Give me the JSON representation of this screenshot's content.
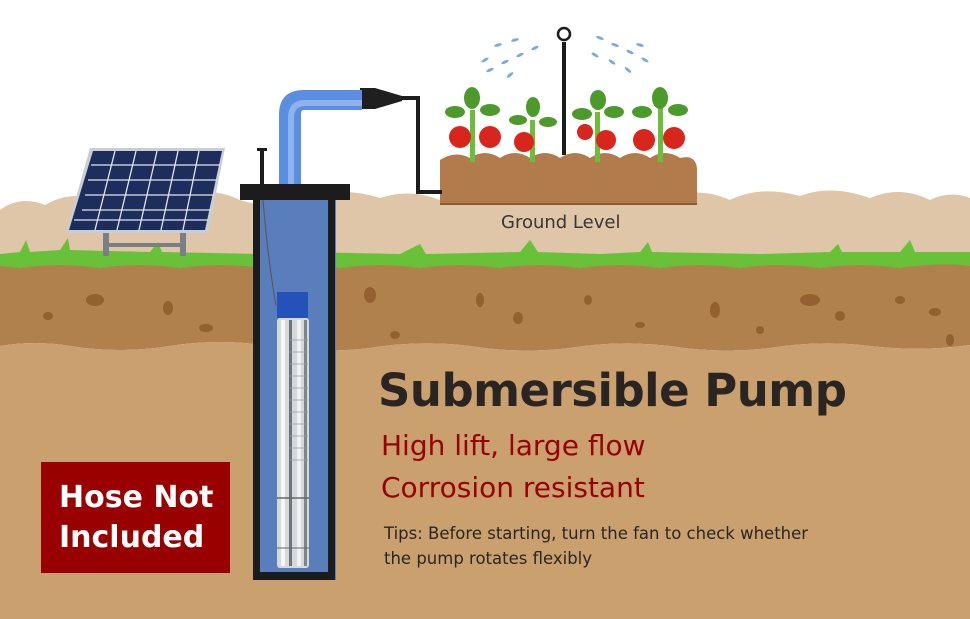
{
  "headline": {
    "title": "Submersible Pump",
    "features": [
      "High lift, large flow",
      "Corrosion resistant"
    ]
  },
  "tips": {
    "line1": "Tips: Before starting, turn the fan to check whether",
    "line2": "the pump rotates flexibly"
  },
  "labels": {
    "ground_level": "Ground Level"
  },
  "badge": {
    "line1": "Hose Not",
    "line2": "Included"
  },
  "colors": {
    "accent_red": "#990000",
    "title_dark": "#2a2522",
    "pipe_blue": "#5b8de0",
    "water_blue": "#5a7dbb",
    "sand": "#c9a06e",
    "soil": "#b0804d",
    "grass": "#67c23a",
    "far_hills": "#e0c6a9"
  }
}
